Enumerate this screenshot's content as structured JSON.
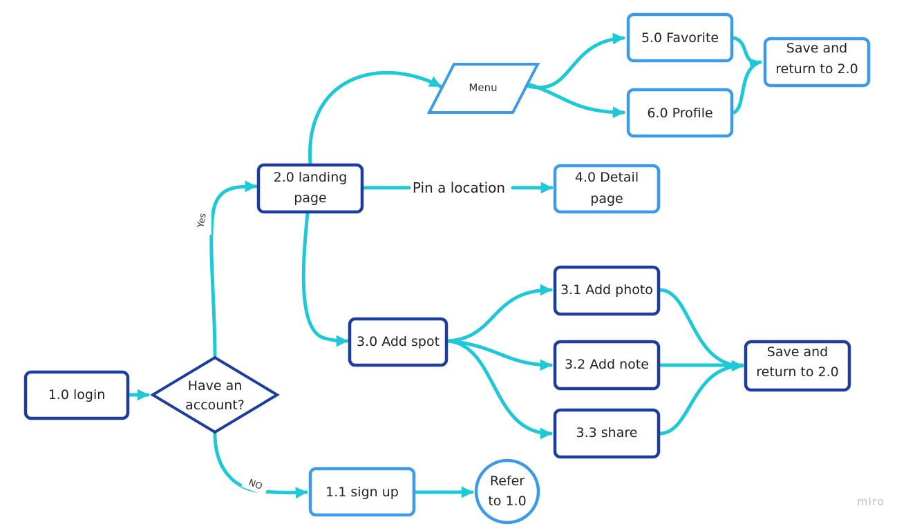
{
  "colors": {
    "connector": "#1FC8D6",
    "dark_border": "#1D3D9C",
    "light_border": "#3C9AE8",
    "text": "#222222"
  },
  "nodes": {
    "login": "1.0 login",
    "have_account": [
      "Have an",
      "account?"
    ],
    "sign_up": "1.1 sign up",
    "refer": [
      "Refer",
      "to 1.0"
    ],
    "landing": [
      "2.0 landing",
      "page"
    ],
    "menu": "Menu",
    "favorite": "5.0 Favorite",
    "profile": "6.0 Profile",
    "save_return_top": [
      "Save and",
      "return to 2.0"
    ],
    "detail": [
      "4.0 Detail",
      "page"
    ],
    "add_spot": "3.0 Add spot",
    "add_photo": "3.1 Add photo",
    "add_note": "3.2 Add note",
    "share": "3.3 share",
    "save_return_bottom": [
      "Save and",
      "return to 2.0"
    ]
  },
  "edge_labels": {
    "yes": "Yes",
    "no": "NO",
    "pin_location": "Pin a location"
  },
  "watermark": "miro"
}
